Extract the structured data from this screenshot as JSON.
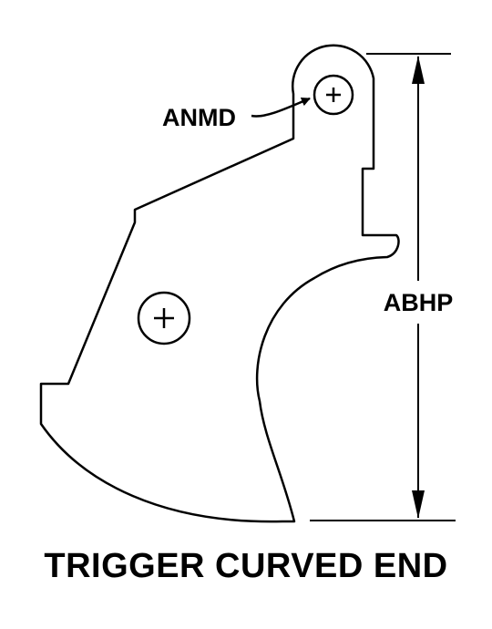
{
  "drawing": {
    "title": "TRIGGER CURVED END",
    "labels": {
      "pivot_hole": "ANMD",
      "overall_height": "ABHP"
    }
  },
  "colors": {
    "line": "#000000",
    "background": "#ffffff"
  }
}
